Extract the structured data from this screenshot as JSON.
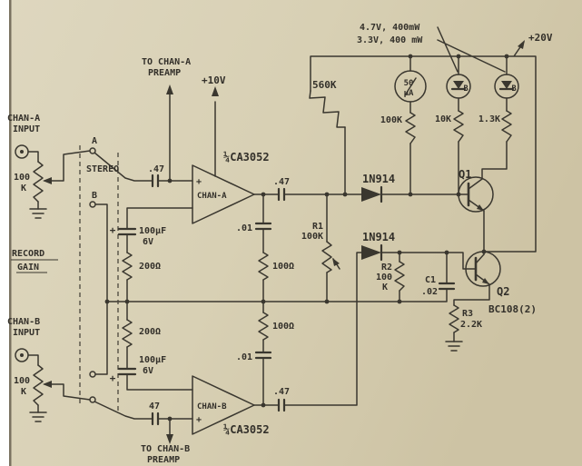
{
  "colors": {
    "paper": "#d8d0b4",
    "ink": "#3a372f",
    "page_edge": "#7a7260"
  },
  "labels": {
    "spec1": "4.7V, 400mW",
    "spec2": "3.3V, 400 mW",
    "v20": "+20V",
    "v10": "+10V",
    "toA1": "TO CHAN-A",
    "toA2": "PREAMP",
    "toB1": "TO CHAN-B",
    "toB2": "PREAMP",
    "chanA1": "CHAN-A",
    "chanA2": "INPUT",
    "chanB1": "CHAN-B",
    "chanB2": "INPUT",
    "potA1": "100",
    "potA2": "K",
    "potB1": "100",
    "potB2": "K",
    "record": "RECORD",
    "gain": "GAIN",
    "stereo": "STEREO",
    "swA": "A",
    "swB": "B",
    "capInA": ".47",
    "capOutA": ".47",
    "capOutB": ".47",
    "capInB": "47",
    "icA": "¼CA3052",
    "icB": "¼CA3052",
    "ampA": "CHAN-A",
    "ampB": "CHAN-B",
    "plusAmpA": "+",
    "plusAmpB": "+",
    "r560": "560K",
    "meterVal": "50",
    "meterUnit": "µA",
    "rMeter": "100K",
    "r10k": "10K",
    "r13k": "1.3K",
    "d1": "1N914",
    "d2": "1N914",
    "q1": "Q1",
    "q2": "Q2",
    "qType": "BC108(2)",
    "r1n": "R1",
    "r1v": "100K",
    "r2n": "R2",
    "r2v": "100",
    "r2u": "K",
    "c1n": "C1",
    "c1v": ".02",
    "r3n": "R3",
    "r3v": "2.2K",
    "elcoA1": "100µF",
    "elcoA2": "6V",
    "elcoB1": "100µF",
    "elcoB2": "6V",
    "plusElcoA": "+",
    "plusElcoB": "+",
    "r200a": "200Ω",
    "r200b": "200Ω",
    "r100a": "100Ω",
    "r100b": "100Ω",
    "c01a": ".01",
    "c01b": ".01",
    "zB1": "B",
    "zB2": "B"
  }
}
